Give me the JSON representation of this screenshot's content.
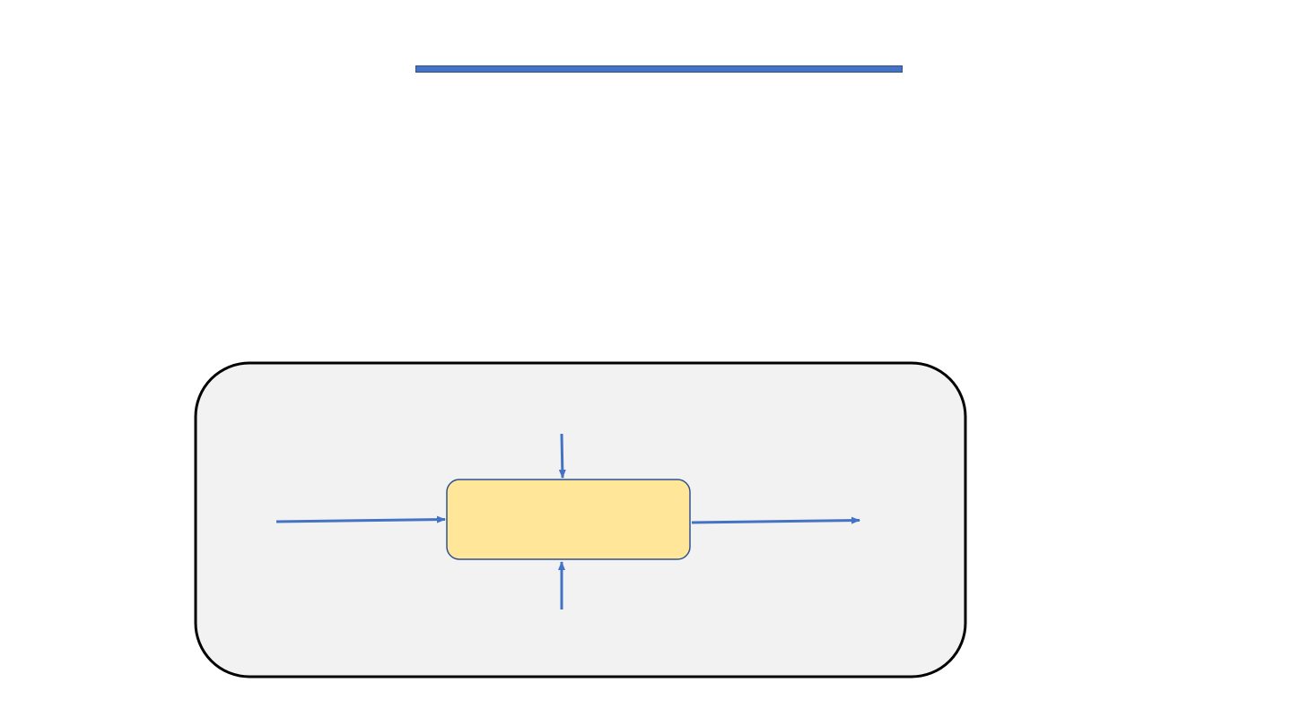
{
  "slide": {
    "background_color": "#ffffff"
  },
  "title_bar": {
    "fill_color": "#4472c4",
    "border_color": "#2f528f"
  },
  "diagram": {
    "container": {
      "fill_color": "#f2f2f2",
      "stroke_color": "#000000"
    },
    "process_box": {
      "fill_color": "#ffe699",
      "stroke_color": "#2f528f"
    },
    "arrows": {
      "color": "#4472c4",
      "items": [
        {
          "name": "input-arrow",
          "direction": "right"
        },
        {
          "name": "output-arrow",
          "direction": "right"
        },
        {
          "name": "control-arrow",
          "direction": "down"
        },
        {
          "name": "mechanism-arrow",
          "direction": "up"
        }
      ]
    }
  }
}
